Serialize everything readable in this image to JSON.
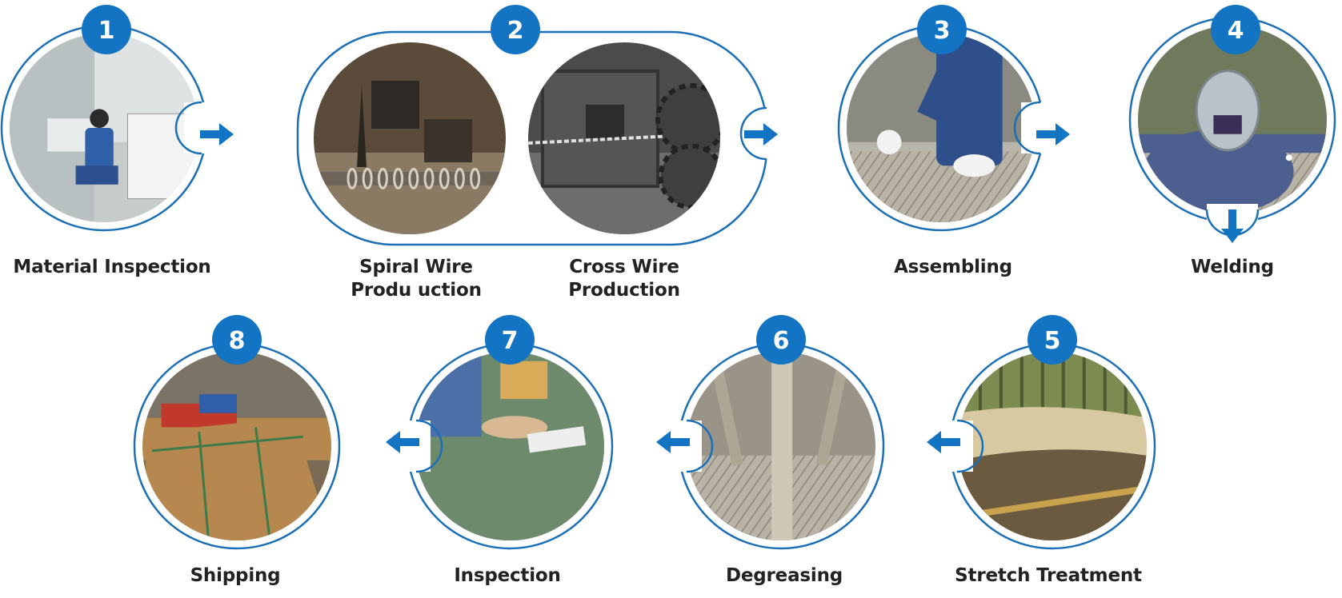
{
  "colors": {
    "accent": "#1474c4",
    "ring": "#1b6fb6",
    "label_text": "#222222",
    "background": "#ffffff"
  },
  "steps": [
    {
      "number": "1",
      "labels": [
        "Material Inspection"
      ],
      "photo": "lab-technician-at-computer",
      "arrow": "right"
    },
    {
      "number": "2",
      "labels": [
        "Spiral Wire Produ uction",
        "Cross Wire Production"
      ],
      "photo": "wire-machinery",
      "arrow": "right"
    },
    {
      "number": "3",
      "labels": [
        "Assembling"
      ],
      "photo": "worker-assembling-mesh",
      "arrow": "right"
    },
    {
      "number": "4",
      "labels": [
        "Welding"
      ],
      "photo": "welder-with-mask",
      "arrow": "down"
    },
    {
      "number": "5",
      "labels": [
        "Stretch Treatment"
      ],
      "photo": "stretched-mesh-belt",
      "arrow": "left"
    },
    {
      "number": "6",
      "labels": [
        "Degreasing"
      ],
      "photo": "degreasing-tank",
      "arrow": "left"
    },
    {
      "number": "7",
      "labels": [
        "Inspection"
      ],
      "photo": "inspector-checking-belt",
      "arrow": "left"
    },
    {
      "number": "8",
      "labels": [
        "Shipping"
      ],
      "photo": "packed-crate"
    }
  ],
  "label_text": {
    "step1": "Material Inspection",
    "step2a_line1": "Spiral Wire",
    "step2a_line2": "Produ uction",
    "step2b_line1": "Cross Wire",
    "step2b_line2": "Production",
    "step3": "Assembling",
    "step4": "Welding",
    "step5": "Stretch Treatment",
    "step6": "Degreasing",
    "step7": "Inspection",
    "step8": "Shipping"
  }
}
